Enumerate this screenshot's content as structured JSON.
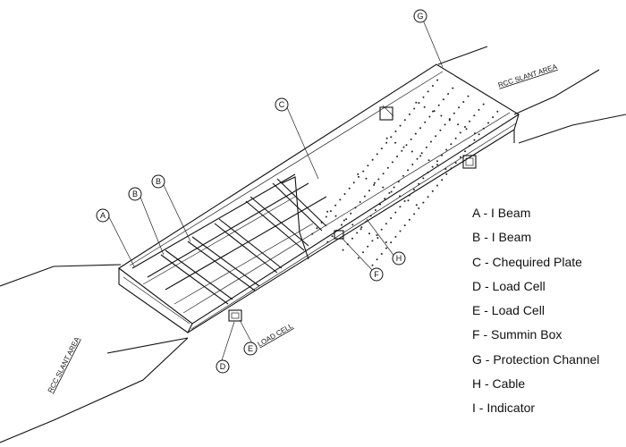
{
  "diagram": {
    "slant_area_label": "RCC SLANT AREA",
    "load_cell_label": "LOAD CELL",
    "callouts": [
      "A",
      "B",
      "B",
      "C",
      "D",
      "E",
      "F",
      "G",
      "H"
    ]
  },
  "legend": [
    "A - I Beam",
    "B - I Beam",
    "C - Chequired Plate",
    "D - Load Cell",
    "E - Load Cell",
    "F - Summin Box",
    "G - Protection Channel",
    "H - Cable",
    "I - Indicator"
  ]
}
